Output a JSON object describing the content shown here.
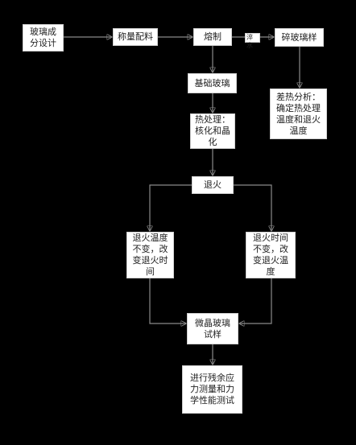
{
  "nodes": {
    "glass_design": "玻璃成\n分设计",
    "weigh_batch": "称量配料",
    "melt": "熔制",
    "broken_glass": "碎玻璃样",
    "base_glass": "基础玻璃",
    "dsc": "差热分析：\n确定热处理\n温度和退火\n温度",
    "heat_treat": "热处理：\n核化和晶\n化",
    "anneal": "退火",
    "left_branch": "退火温度\n不变，改\n变退火时\n间",
    "right_branch": "退火时间\n不变，改\n变退火温\n度",
    "sample": "微晶玻璃\n试样",
    "test": "进行残余应\n力测量和力\n学性能测试"
  },
  "edge_label_water": "淬水"
}
